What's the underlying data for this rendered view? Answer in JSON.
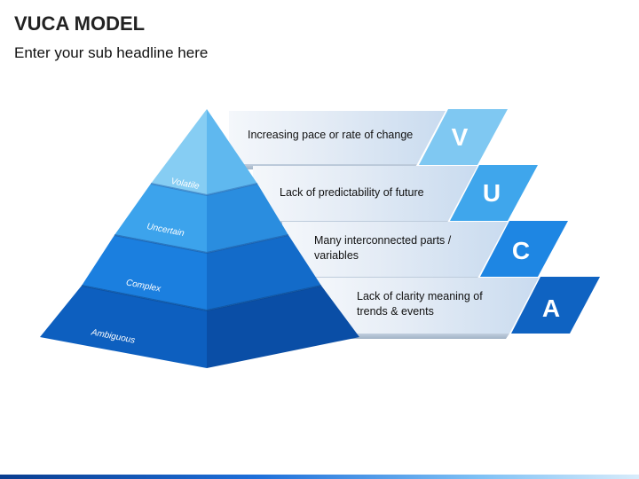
{
  "header": {
    "title": "VUCA MODEL",
    "subtitle": "Enter your sub headline here"
  },
  "rows": [
    {
      "tier": "Volatile",
      "letter": "V",
      "lines": [
        "Increasing pace or rate of change"
      ],
      "color": "#7fc8f2"
    },
    {
      "tier": "Uncertain",
      "letter": "U",
      "lines": [
        "Lack of predictability of future"
      ],
      "color": "#3fa6ec"
    },
    {
      "tier": "Complex",
      "letter": "C",
      "lines": [
        "Many interconnected parts /",
        "variables"
      ],
      "color": "#1e86e3"
    },
    {
      "tier": "Ambiguous",
      "letter": "A",
      "lines": [
        "Lack of clarity meaning of",
        "trends & events"
      ],
      "color": "#0f63c2"
    }
  ]
}
